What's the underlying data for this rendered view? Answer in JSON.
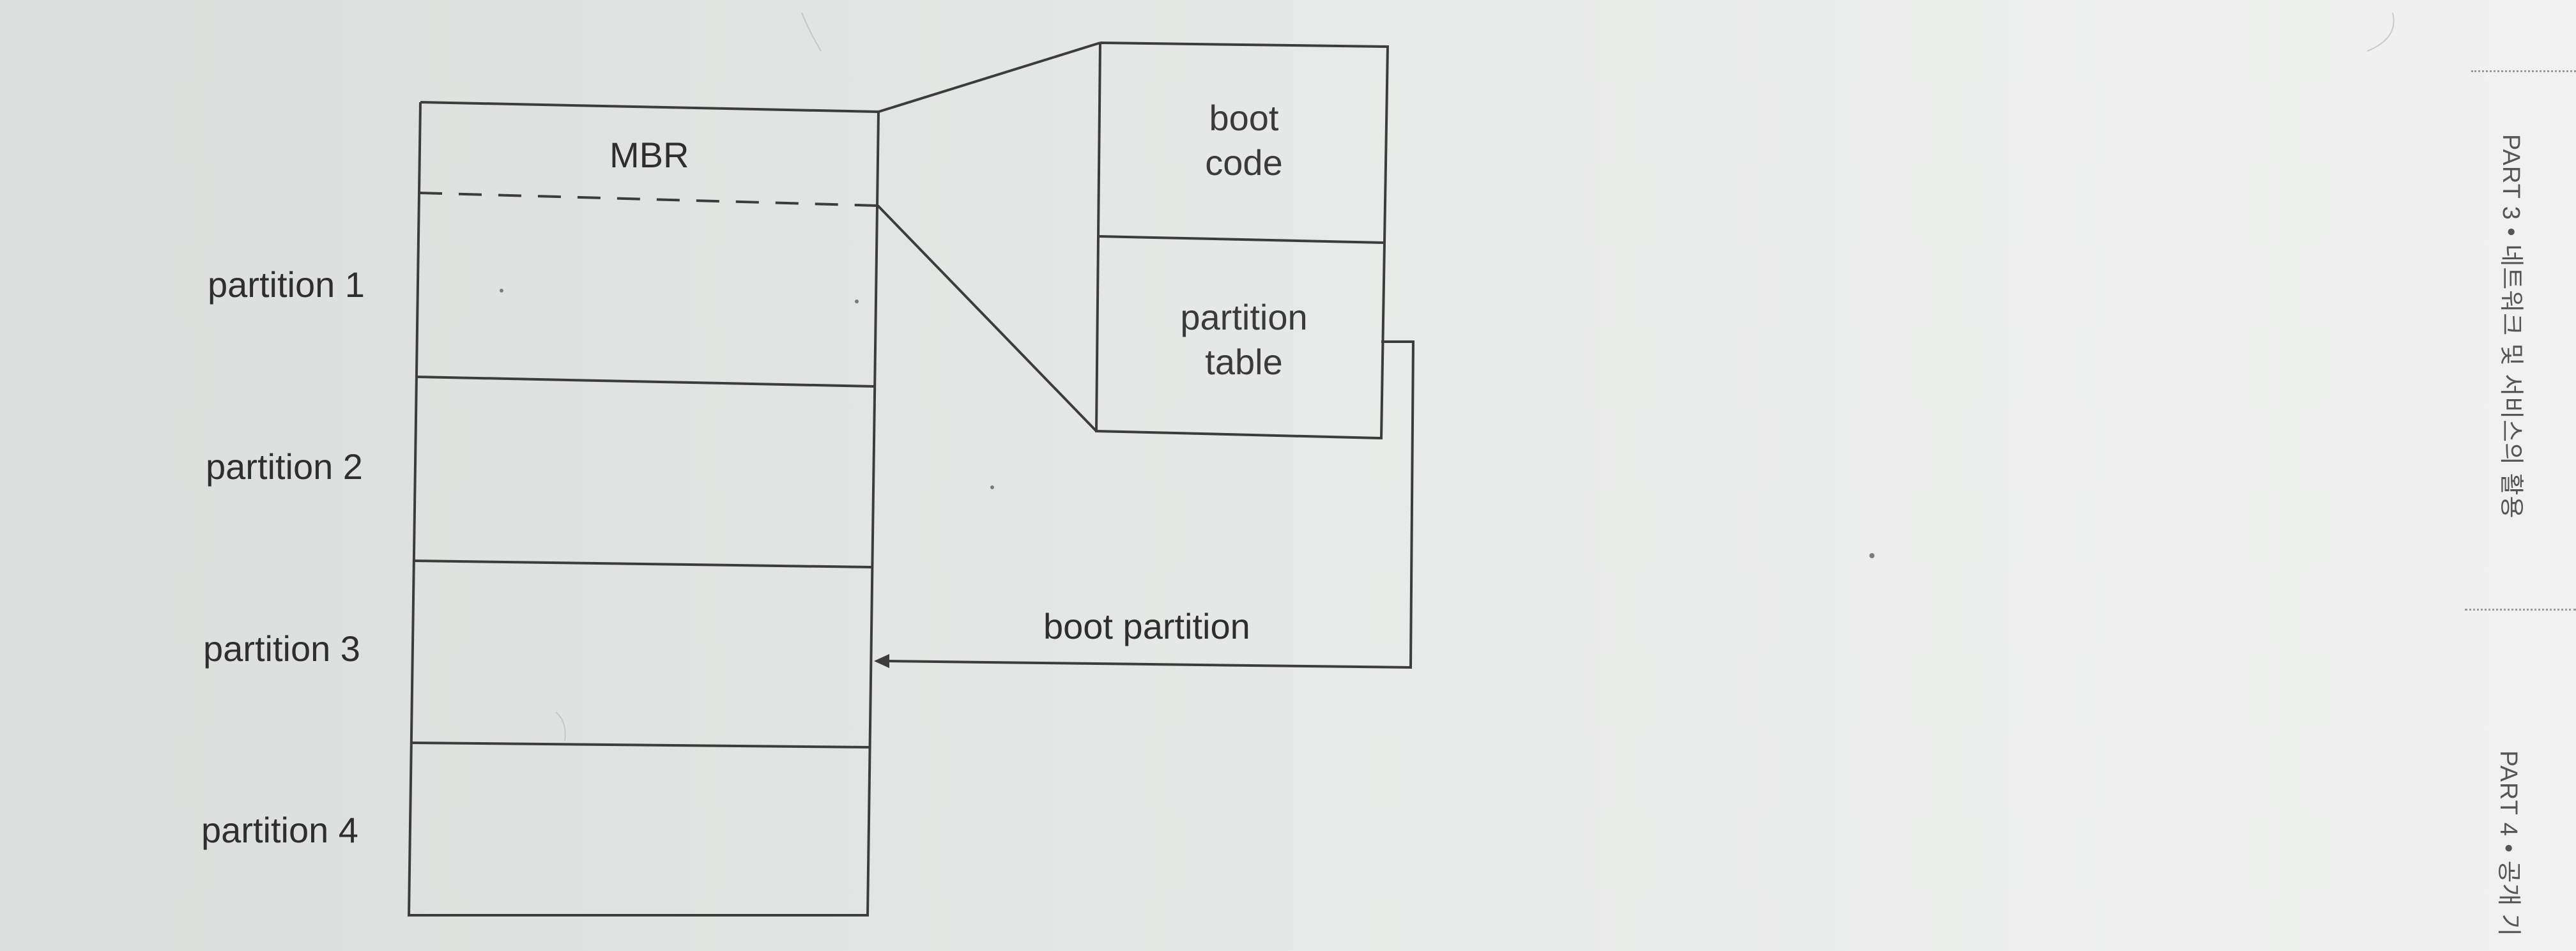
{
  "diagram": {
    "mbr_label": "MBR",
    "partitions": [
      {
        "label": "partition 1"
      },
      {
        "label": "partition 2"
      },
      {
        "label": "partition 3"
      },
      {
        "label": "partition 4"
      }
    ],
    "detail_boxes": [
      {
        "label": "boot\ncode"
      },
      {
        "label": "partition\ntable"
      }
    ],
    "arrow_label": "boot partition"
  },
  "page_margin": {
    "side_headers": [
      "PART 3 • 네트워크 및 서비스의 활용",
      "PART 4 • 공개 기"
    ]
  },
  "colors": {
    "line": "#3c3c3c",
    "background": "#e4e6e5"
  }
}
